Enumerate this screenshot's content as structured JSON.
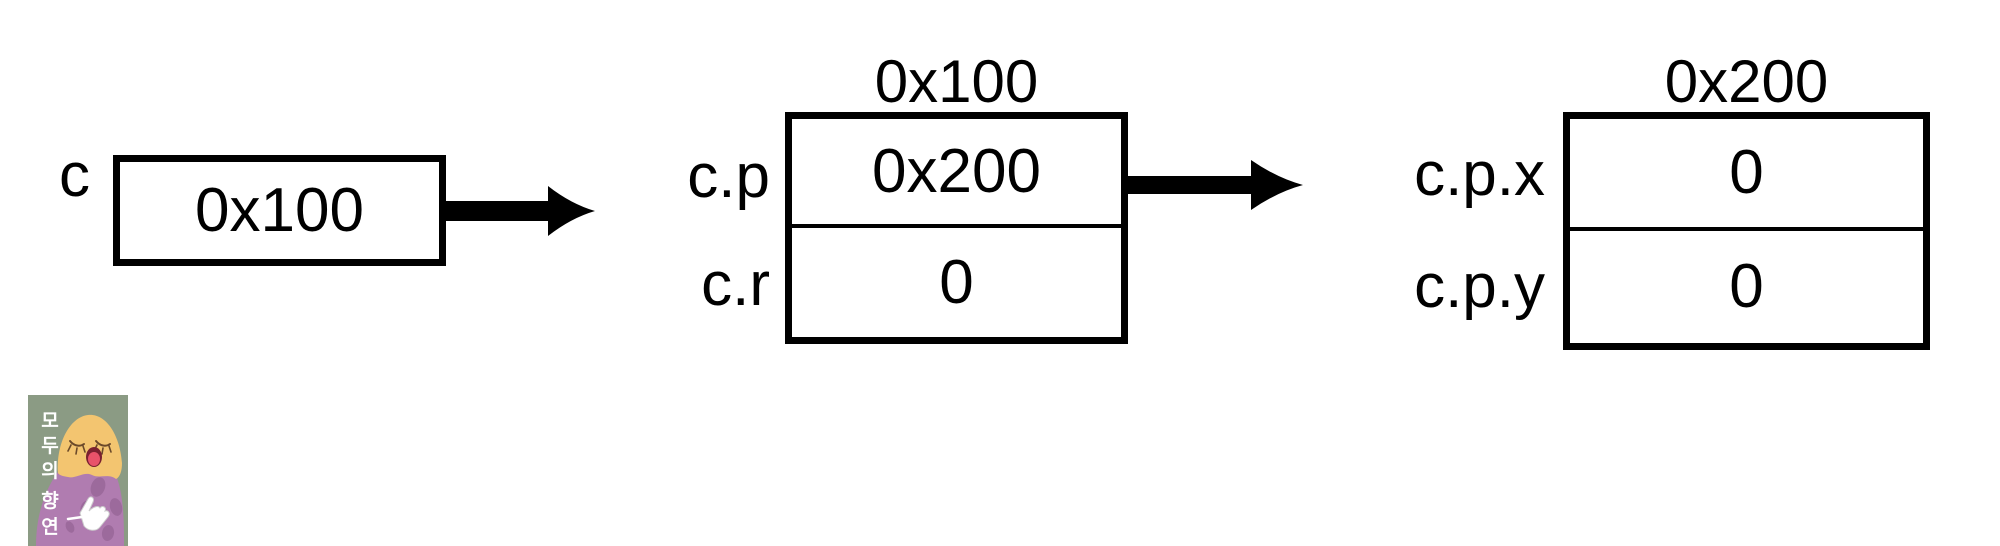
{
  "diagram": {
    "title": "pointer-memory-diagram",
    "background_color": "#ffffff",
    "stroke_color": "#000000",
    "nodes": [
      {
        "id": "c",
        "variable_label": "c",
        "address_label": "",
        "cells": [
          {
            "label": "",
            "value": "0x100"
          }
        ]
      },
      {
        "id": "p",
        "variable_label": "",
        "address_label": "0x100",
        "cells": [
          {
            "label": "c.p",
            "value": "0x200"
          },
          {
            "label": "c.r",
            "value": "0"
          }
        ]
      },
      {
        "id": "px",
        "variable_label": "",
        "address_label": "0x200",
        "cells": [
          {
            "label": "c.p.x",
            "value": "0"
          },
          {
            "label": "c.p.y",
            "value": "0"
          }
        ]
      }
    ],
    "arrows": [
      {
        "id": "arrow-c-to-p",
        "from": "c",
        "to": "p"
      },
      {
        "id": "arrow-p-to-px",
        "from": "p",
        "to": "px"
      }
    ]
  },
  "watermark": {
    "name": "모두의 향연",
    "text_lines": [
      "모",
      "두",
      "의",
      "향",
      "연"
    ],
    "colors": {
      "background": "#8b9b84",
      "body": "#b07cb0",
      "head": "#f3c570",
      "mouth": "#e8526a",
      "text": "#ffffff",
      "hand": "#ffffff"
    }
  }
}
